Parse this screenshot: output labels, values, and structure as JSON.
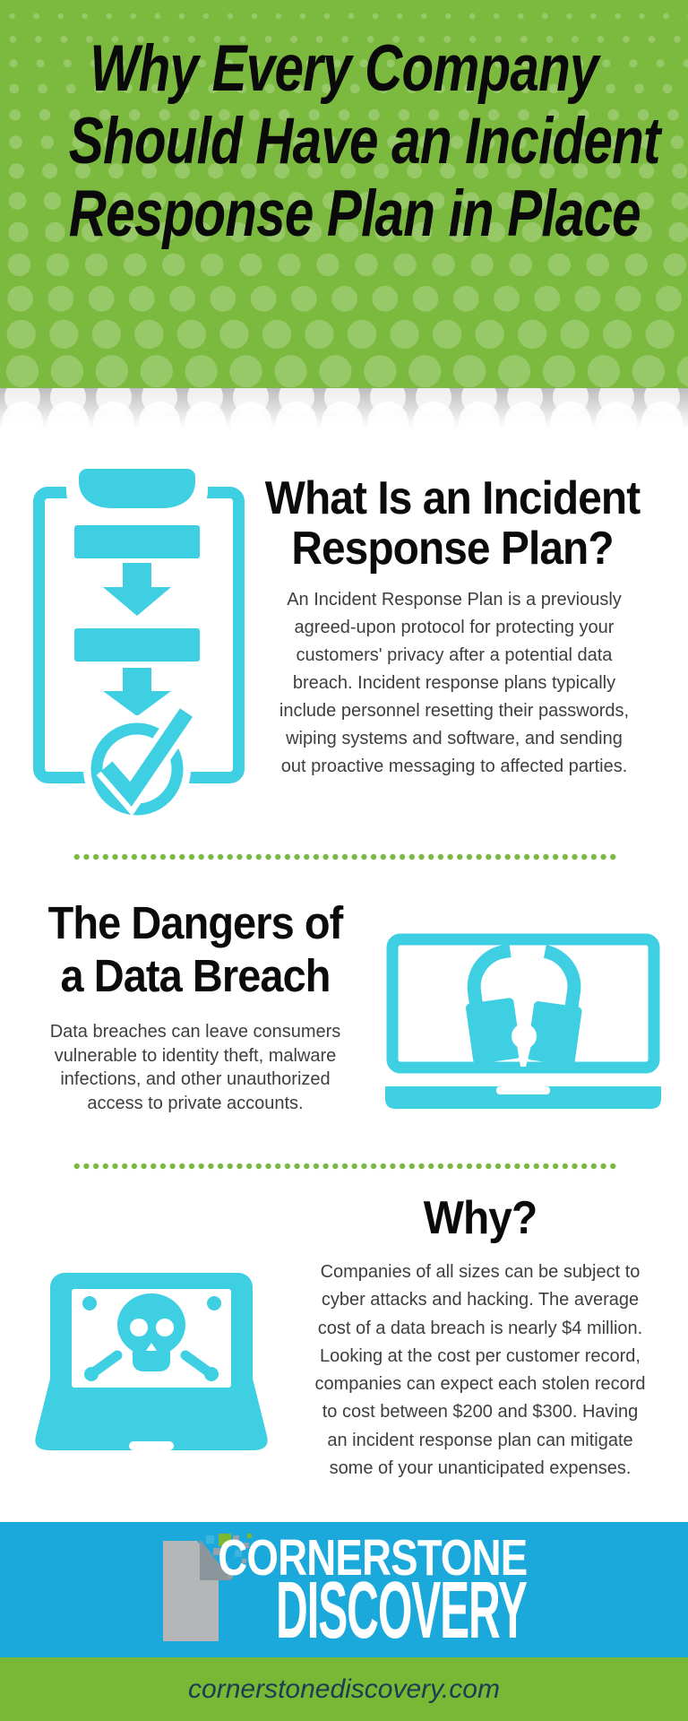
{
  "header": {
    "title_lines": [
      "Why Every Company",
      "Should Have an Incident",
      "Response Plan in Place"
    ],
    "bg_color": "#7cba3f",
    "dot_color": "rgba(255,255,255,0.22)"
  },
  "sections": {
    "what": {
      "heading_lines": [
        "What Is an Incident",
        "Response Plan?"
      ],
      "body_lines": [
        "An Incident Response Plan is a previously",
        "agreed-upon protocol for protecting your",
        "customers' privacy after a potential data",
        "breach. Incident response plans typically",
        "include personnel resetting their passwords,",
        "wiping systems and software, and sending",
        "out proactive messaging to affected parties."
      ],
      "icon": "flowchart-plan-icon"
    },
    "dangers": {
      "heading_lines": [
        "The Dangers of",
        "a Data Breach"
      ],
      "body_lines": [
        "Data breaches can leave consumers",
        "vulnerable to identity theft, malware",
        "infections, and other unauthorized",
        "access to private accounts."
      ],
      "icon": "laptop-broken-lock-icon"
    },
    "why": {
      "heading": "Why?",
      "body_lines": [
        "Companies of all sizes can be subject to",
        "cyber attacks and hacking. The average",
        "cost of a data breach is nearly $4 million.",
        "Looking at the cost per customer record,",
        "companies can expect each stolen record",
        "to cost between $200 and $300. Having",
        "an incident response plan can mitigate",
        "some of your unanticipated expenses."
      ],
      "icon": "laptop-skull-icon"
    }
  },
  "footer": {
    "brand_line1": "CORNERSTONE",
    "brand_line2": "DISCOVERY",
    "website": "cornerstonediscovery.com",
    "logo_icon": "cornerstone-page-logo",
    "blue_band_color": "#1ba9dc",
    "green_band_color": "#78b834"
  },
  "colors": {
    "accent_cyan": "#3fcfe3",
    "divider_green": "#7cb944",
    "heading_text": "#0b0b0b",
    "body_text": "#3e3e3e",
    "website_text": "#1d3c52"
  }
}
